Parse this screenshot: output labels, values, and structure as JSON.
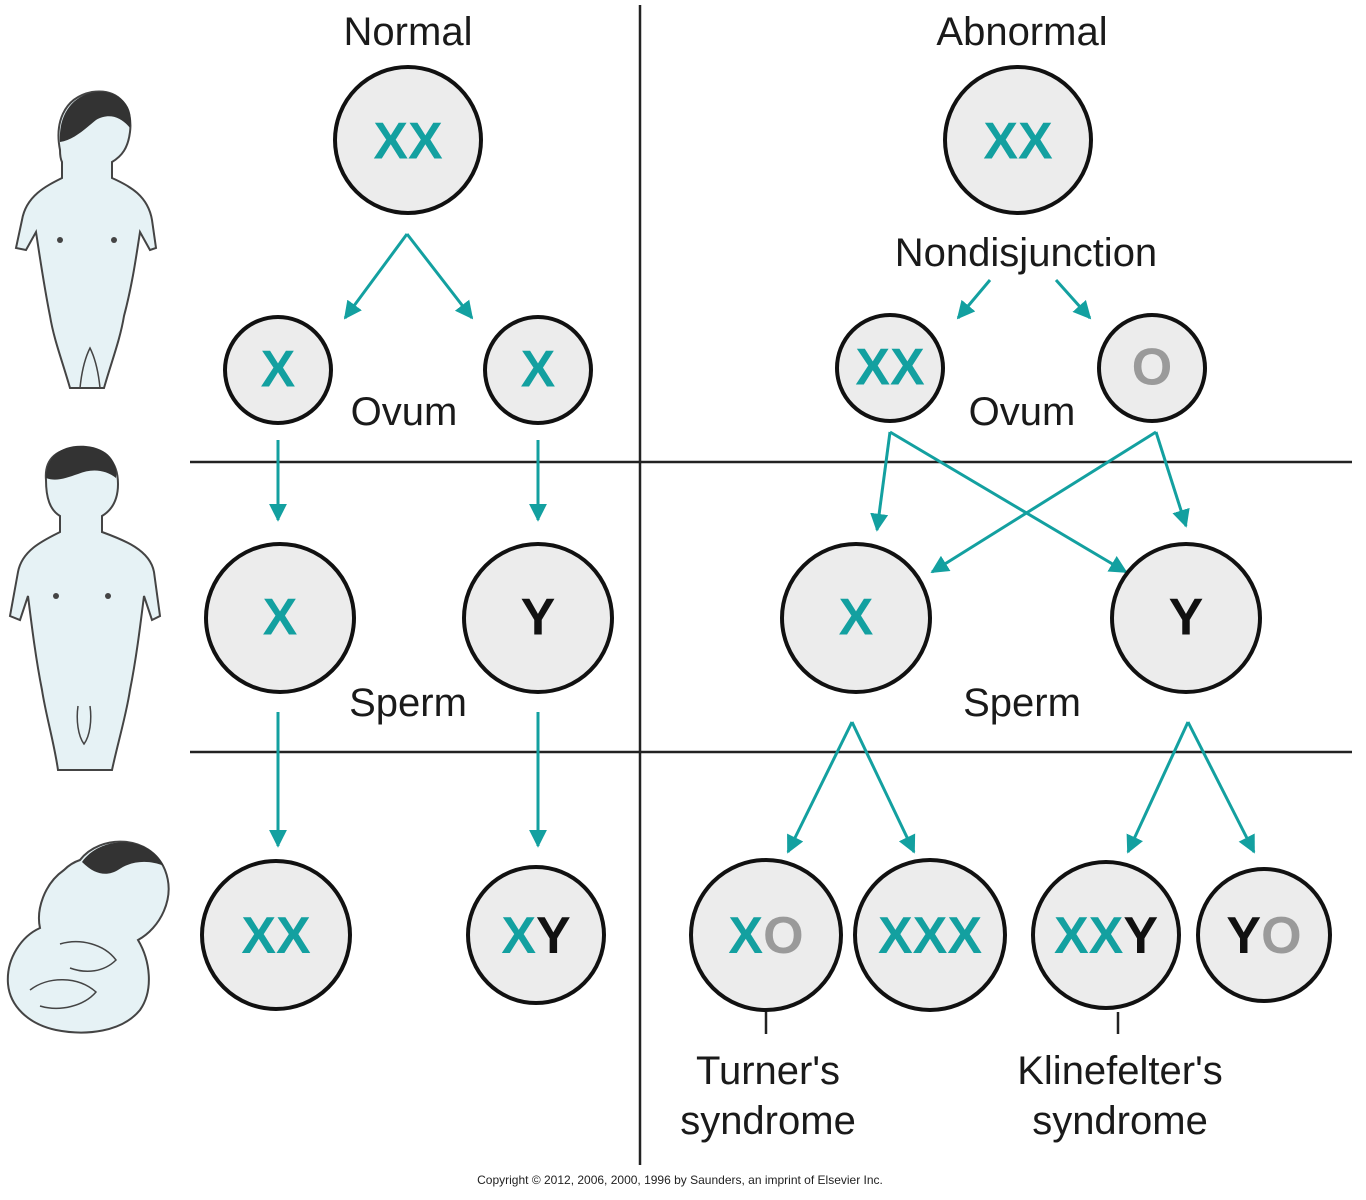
{
  "colors": {
    "teal": "#13a0a0",
    "black": "#111111",
    "gray": "#9a9a9a",
    "cell_fill": "#ececec"
  },
  "headers": {
    "normal": "Normal",
    "abnormal": "Abnormal",
    "nondisjunction": "Nondisjunction"
  },
  "labels": {
    "ovum_left": "Ovum",
    "ovum_right": "Ovum",
    "sperm_left": "Sperm",
    "sperm_right": "Sperm"
  },
  "syndromes": {
    "turner_line1": "Turner's",
    "turner_line2": "syndrome",
    "klinefelter_line1": "Klinefelter's",
    "klinefelter_line2": "syndrome"
  },
  "copyright": "Copyright © 2012, 2006, 2000, 1996 by Saunders, an imprint of Elsevier Inc.",
  "icons": [
    "female-figure-icon",
    "male-figure-icon",
    "baby-figure-icon"
  ],
  "cells": [
    {
      "id": "normal-mother",
      "parts": [
        {
          "t": "XX",
          "c": "teal"
        }
      ]
    },
    {
      "id": "normal-ovum-1",
      "parts": [
        {
          "t": "X",
          "c": "teal"
        }
      ]
    },
    {
      "id": "normal-ovum-2",
      "parts": [
        {
          "t": "X",
          "c": "teal"
        }
      ]
    },
    {
      "id": "normal-sperm-x",
      "parts": [
        {
          "t": "X",
          "c": "teal"
        }
      ]
    },
    {
      "id": "normal-sperm-y",
      "parts": [
        {
          "t": "Y",
          "c": "black"
        }
      ]
    },
    {
      "id": "normal-child-xx",
      "parts": [
        {
          "t": "XX",
          "c": "teal"
        }
      ]
    },
    {
      "id": "normal-child-xy",
      "parts": [
        {
          "t": "X",
          "c": "teal"
        },
        {
          "t": "Y",
          "c": "black"
        }
      ]
    },
    {
      "id": "abnormal-mother",
      "parts": [
        {
          "t": "XX",
          "c": "teal"
        }
      ]
    },
    {
      "id": "abnormal-ovum-xx",
      "parts": [
        {
          "t": "XX",
          "c": "teal"
        }
      ]
    },
    {
      "id": "abnormal-ovum-o",
      "parts": [
        {
          "t": "O",
          "c": "gray"
        }
      ]
    },
    {
      "id": "abnormal-sperm-x",
      "parts": [
        {
          "t": "X",
          "c": "teal"
        }
      ]
    },
    {
      "id": "abnormal-sperm-y",
      "parts": [
        {
          "t": "Y",
          "c": "black"
        }
      ]
    },
    {
      "id": "abnormal-child-xo",
      "parts": [
        {
          "t": "X",
          "c": "teal"
        },
        {
          "t": "O",
          "c": "gray"
        }
      ]
    },
    {
      "id": "abnormal-child-xxx",
      "parts": [
        {
          "t": "XXX",
          "c": "teal"
        }
      ]
    },
    {
      "id": "abnormal-child-xxy",
      "parts": [
        {
          "t": "XX",
          "c": "teal"
        },
        {
          "t": "Y",
          "c": "black"
        }
      ]
    },
    {
      "id": "abnormal-child-yo",
      "parts": [
        {
          "t": "Y",
          "c": "black"
        },
        {
          "t": "O",
          "c": "gray"
        }
      ]
    }
  ]
}
